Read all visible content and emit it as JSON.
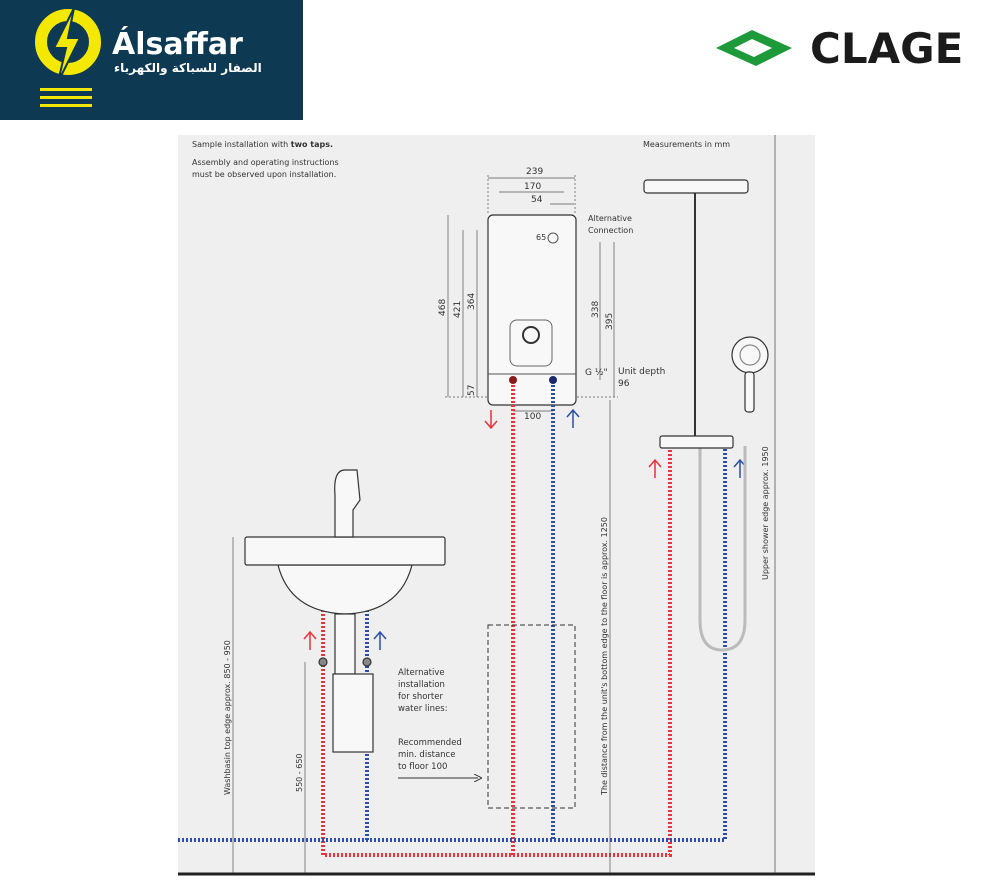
{
  "brand_left": {
    "name": "Álsaffar",
    "arabic": "الصفار للسباكة والكهرباء"
  },
  "brand_right": {
    "name": "CLAGE"
  },
  "notes": {
    "sample_prefix": "Sample installation with",
    "sample_bold": "two taps.",
    "assembly_1": "Assembly and operating instructions",
    "assembly_2": "must be observed upon installation.",
    "measurements": "Measurements in mm"
  },
  "dimensions": {
    "width_total": "239",
    "width_mount": "170",
    "offset_54": "54",
    "offset_65": "65",
    "height_total": "468",
    "height_421": "421",
    "height_364": "364",
    "height_338": "338",
    "height_395": "395",
    "height_57": "57",
    "pipe_spacing": "100",
    "thread": "G ½\"",
    "depth_label": "Unit depth",
    "depth_value": "96"
  },
  "labels": {
    "alt_connection_1": "Alternative",
    "alt_connection_2": "Connection",
    "washbasin": "Washbasin top edge approx. 850 - 950",
    "tap_height": "550 - 650",
    "unit_floor": "The distance from the unit's bottom edge to the floor is approx. 1250",
    "shower_edge": "Upper shower edge approx. 1950",
    "alt_install": [
      "Alternative",
      "installation",
      "for shorter",
      "water lines:"
    ],
    "recommended": [
      "Recommended",
      "min. distance",
      "to floor 100"
    ]
  },
  "colors": {
    "hot": "#e8323c",
    "cold": "#2a4fa8",
    "brand_bg": "#0d3a52",
    "brand_yellow": "#f5e800",
    "clage_green": "#1f9a3a"
  }
}
